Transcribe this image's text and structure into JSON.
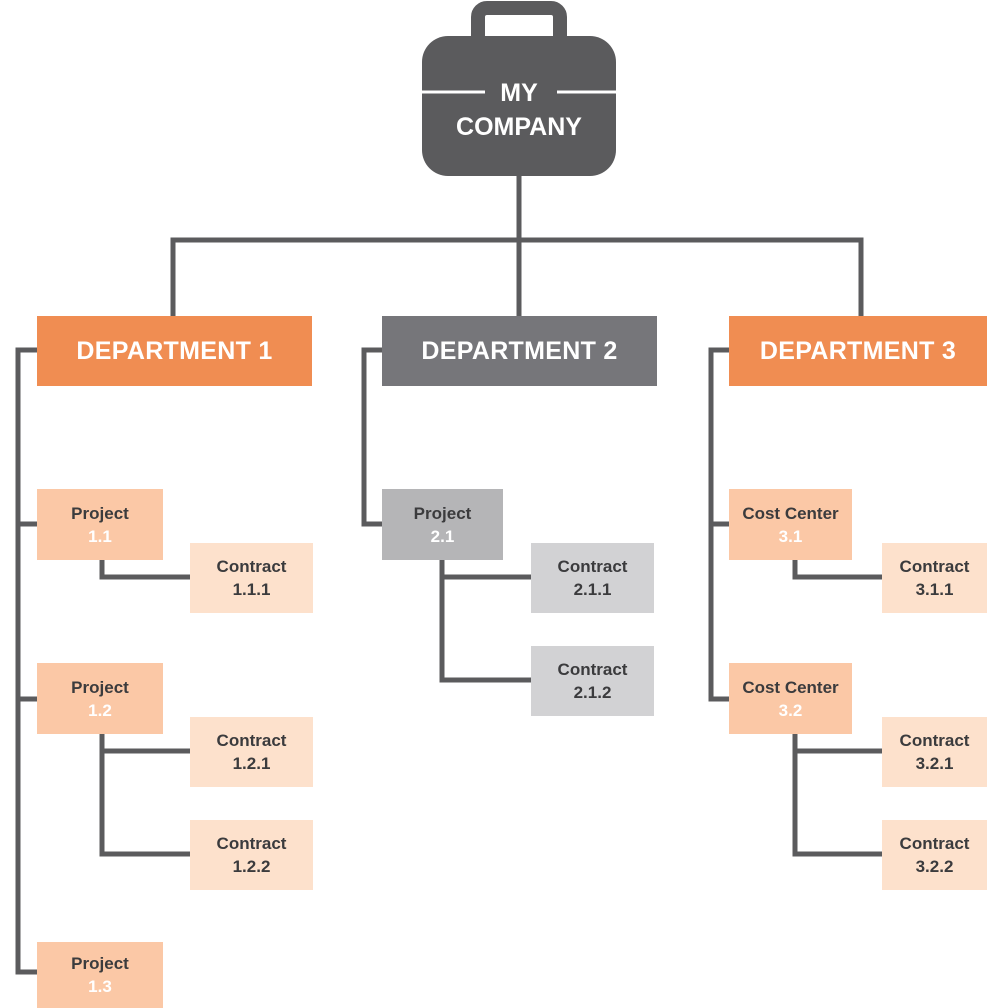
{
  "company": {
    "line1": "MY",
    "line2": "COMPANY",
    "icon": "briefcase-icon"
  },
  "colors": {
    "connector": "#5b5b5d",
    "briefcase": "#5b5b5d",
    "orange_dept": "#f08d52",
    "gray_dept": "#76767a",
    "orange_project": "#fbc8a6",
    "orange_contract": "#fde1cc",
    "gray_project": "#b5b5b7",
    "gray_contract": "#d2d2d4"
  },
  "departments": [
    {
      "label": "DEPARTMENT 1",
      "projects": [
        {
          "t1": "Project",
          "t2": "1.1",
          "contracts": [
            {
              "t1": "Contract",
              "t2": "1.1.1"
            }
          ]
        },
        {
          "t1": "Project",
          "t2": "1.2",
          "contracts": [
            {
              "t1": "Contract",
              "t2": "1.2.1"
            },
            {
              "t1": "Contract",
              "t2": "1.2.2"
            }
          ]
        },
        {
          "t1": "Project",
          "t2": "1.3",
          "contracts": []
        }
      ]
    },
    {
      "label": "DEPARTMENT 2",
      "projects": [
        {
          "t1": "Project",
          "t2": "2.1",
          "contracts": [
            {
              "t1": "Contract",
              "t2": "2.1.1"
            },
            {
              "t1": "Contract",
              "t2": "2.1.2"
            }
          ]
        }
      ]
    },
    {
      "label": "DEPARTMENT 3",
      "projects": [
        {
          "t1": "Cost Center",
          "t2": "3.1",
          "contracts": [
            {
              "t1": "Contract",
              "t2": "3.1.1"
            }
          ]
        },
        {
          "t1": "Cost Center",
          "t2": "3.2",
          "contracts": [
            {
              "t1": "Contract",
              "t2": "3.2.1"
            },
            {
              "t1": "Contract",
              "t2": "3.2.2"
            }
          ]
        }
      ]
    }
  ]
}
